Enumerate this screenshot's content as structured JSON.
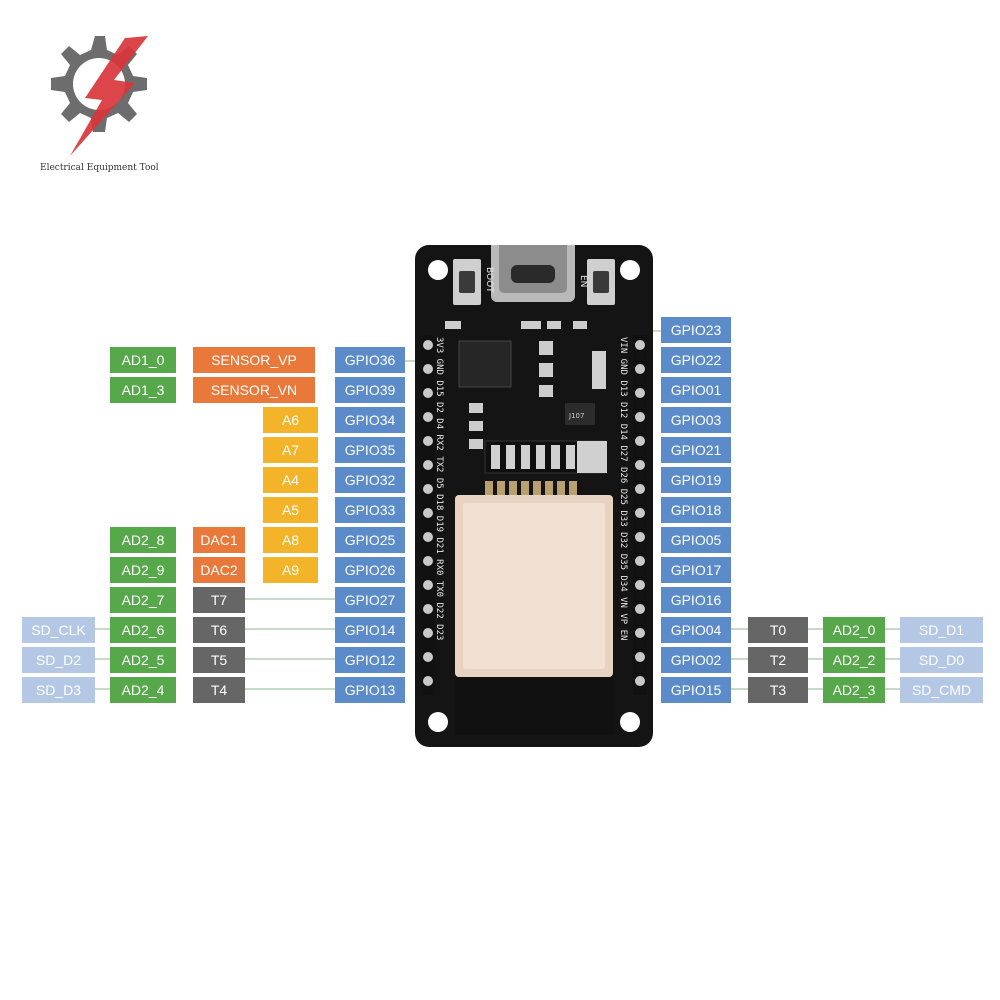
{
  "brand": {
    "name": "Electrical Equipment Tool"
  },
  "board": {
    "btn_boot": "BOOT",
    "btn_en": "EN",
    "chip_mark": "J107"
  },
  "left_pins": [
    "GPIO36",
    "GPIO39",
    "GPIO34",
    "GPIO35",
    "GPIO32",
    "GPIO33",
    "GPIO25",
    "GPIO26",
    "GPIO27",
    "GPIO14",
    "GPIO12",
    "GPIO13"
  ],
  "right_pins": [
    "GPIO23",
    "GPIO22",
    "GPIO01",
    "GPIO03",
    "GPIO21",
    "GPIO19",
    "GPIO18",
    "GPIO05",
    "GPIO17",
    "GPIO16",
    "GPIO04",
    "GPIO02",
    "GPIO15"
  ],
  "left_silk": "3V3 GND D15 D2 D4 RX2 TX2 D5 D18 D19 D21 RX0 TX0 D22 D23",
  "right_silk": "VIN GND D13 D12 D14 D27 D26 D25 D33 D32 D35 D34 VN VP EN",
  "labels": {
    "ad1_0": "AD1_0",
    "ad1_3": "AD1_3",
    "sensor_vp": "SENSOR_VP",
    "sensor_vn": "SENSOR_VN",
    "a6": "A6",
    "a7": "A7",
    "a4": "A4",
    "a5": "A5",
    "a8": "A8",
    "a9": "A9",
    "dac1": "DAC1",
    "dac2": "DAC2",
    "ad2_8": "AD2_8",
    "ad2_9": "AD2_9",
    "ad2_7": "AD2_7",
    "ad2_6": "AD2_6",
    "ad2_5": "AD2_5",
    "ad2_4": "AD2_4",
    "t7": "T7",
    "t6": "T6",
    "t5": "T5",
    "t4": "T4",
    "sd_clk": "SD_CLK",
    "sd_d2": "SD_D2",
    "sd_d3": "SD_D3",
    "t0": "T0",
    "t2": "T2",
    "t3": "T3",
    "ad2_0": "AD2_0",
    "ad2_2": "AD2_2",
    "ad2_3": "AD2_3",
    "sd_d1": "SD_D1",
    "sd_d0": "SD_D0",
    "sd_cmd": "SD_CMD"
  },
  "colors": {
    "gpio": "#5b8bc9",
    "adc": "#57a84a",
    "sensor": "#e8793a",
    "analog": "#f4b429",
    "touch": "#666666",
    "sd": "#b4c8e6",
    "board": "#141414",
    "logo_red": "#d9353a",
    "logo_gray": "#6d6d6d"
  }
}
